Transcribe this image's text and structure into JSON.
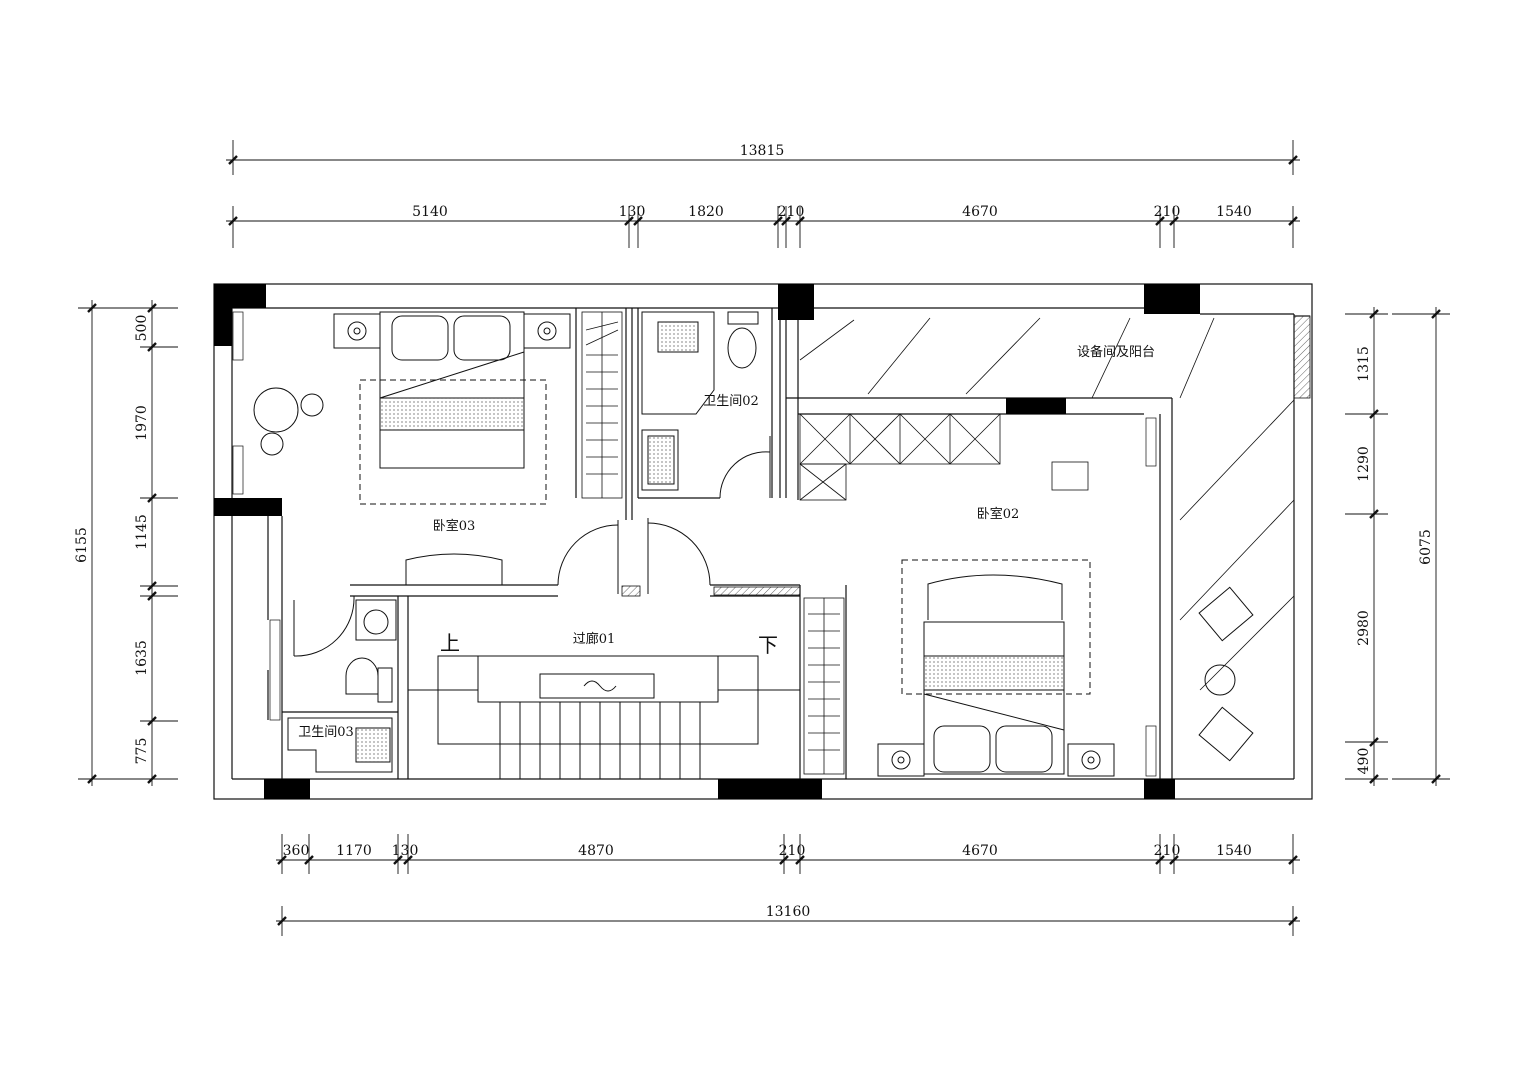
{
  "dims": {
    "top_total": "13815",
    "top_segments": [
      "5140",
      "130",
      "1820",
      "210",
      "4670",
      "210",
      "1540"
    ],
    "bottom_segments": [
      "360",
      "1170",
      "130",
      "4870",
      "210",
      "4670",
      "210",
      "1540"
    ],
    "bottom_total": "13160",
    "left_total": "6155",
    "left_segments": [
      "500",
      "1970",
      "1145",
      "1635",
      "775"
    ],
    "right_segments": [
      "1315",
      "1290",
      "2980",
      "490"
    ],
    "right_total": "6075"
  },
  "rooms": {
    "bedroom03": "卧室03",
    "bathroom02": "卫生间02",
    "equipment_balcony": "设备间及阳台",
    "bedroom02": "卧室02",
    "corridor01": "过廊01",
    "bathroom03": "卫生间03"
  },
  "stairs": {
    "up": "上",
    "down": "下"
  }
}
